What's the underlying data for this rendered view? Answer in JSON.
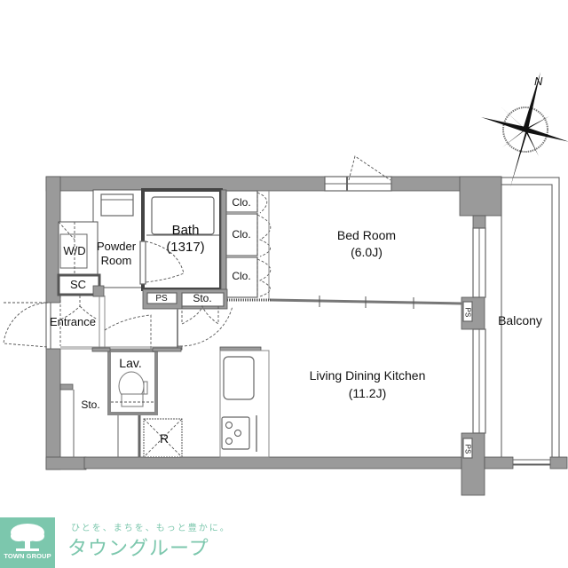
{
  "floorplan": {
    "compass": {
      "north_label": "N",
      "icon": "compass-rose-icon"
    },
    "rooms": {
      "bath": {
        "name": "Bath",
        "size": "(1317)"
      },
      "powder_room": {
        "line1": "Powder",
        "line2": "Room"
      },
      "wd": "W/D",
      "sc": "SC",
      "entrance": "Entrance",
      "ps_top": "PS",
      "sto_top": "Sto.",
      "closets": [
        "Clo.",
        "Clo.",
        "Clo."
      ],
      "bedroom": {
        "name": "Bed Room",
        "size": "(6.0J)"
      },
      "ldk": {
        "name": "Living Dining Kitchen",
        "size": "(11.2J)"
      },
      "balcony": "Balcony",
      "lav": "Lav.",
      "sto_bottom": "Sto.",
      "refrigerator": "R",
      "ps_right_top": "PS",
      "ps_right_bottom": "PS"
    }
  },
  "branding": {
    "logo_tag": "TOWN GROUP",
    "slogan": "ひとを、まちを、もっと豊かに。",
    "brand_name": "タウングループ",
    "color": "#7cc7ad"
  }
}
